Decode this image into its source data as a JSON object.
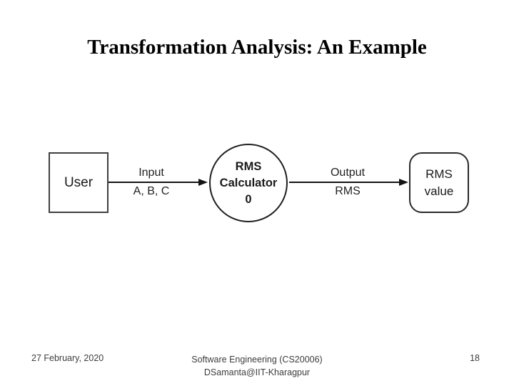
{
  "slide": {
    "title": "Transformation Analysis: An Example",
    "footer": {
      "date": "27 February, 2020",
      "course_line1": "Software Engineering (CS20006)",
      "course_line2": "DSamanta@IIT-Kharagpur",
      "page_number": "18"
    },
    "colors": {
      "background": "#ffffff",
      "title_text": "#000000",
      "diagram_stroke": "#2a2a2a",
      "footer_text": "#3d3d3d"
    }
  },
  "diagram": {
    "type": "data-flow-diagram",
    "nodes": [
      {
        "id": "user",
        "shape": "rectangle",
        "label": "User"
      },
      {
        "id": "rms-calculator",
        "shape": "circle",
        "label_lines": [
          "RMS",
          "Calculator",
          "0"
        ]
      },
      {
        "id": "rms-value",
        "shape": "rounded-rectangle",
        "label_lines": [
          "RMS",
          "value"
        ]
      }
    ],
    "edges": [
      {
        "from": "user",
        "to": "rms-calculator",
        "label_top": "Input",
        "label_bottom": "A, B, C"
      },
      {
        "from": "rms-calculator",
        "to": "rms-value",
        "label_top": "Output",
        "label_bottom": "RMS"
      }
    ]
  }
}
